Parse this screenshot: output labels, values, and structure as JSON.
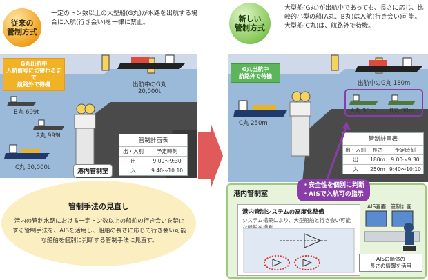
{
  "old": {
    "badge": "従来の\n管制方式",
    "desc": "一定のトン数以上の大型船(G丸)が水路を出航する場合に入航(行き会い)を一律に禁止。",
    "waiting_label": "G丸出航中\n入航信号に切替わるまで\n航路外で待機",
    "ships": [
      {
        "name": "B丸",
        "tonnage": "699t"
      },
      {
        "name": "A丸",
        "tonnage": "999t"
      },
      {
        "name": "C丸",
        "tonnage": "50,000t"
      }
    ],
    "outgoing_ship": {
      "line1": "出航中のG丸",
      "line2": "20,000t"
    },
    "control_room": "港内管制室",
    "plan_table": {
      "title": "管制計画表",
      "headers": [
        "出・入別",
        "予定時刻"
      ],
      "rows": [
        [
          "出",
          "9:00〜9:30"
        ],
        [
          "入",
          "9:40〜10:10"
        ]
      ]
    },
    "review": {
      "title": "管制手法の見直し",
      "text": "港内の管制水路における一定トン数以上の船舶の行き会いを禁止する管制手法を、AISを活用し、船舶の長さに応じて行き会い可能な船舶を個別に判断する管制手法に見直す。"
    }
  },
  "new": {
    "badge": "新しい\n管制方式",
    "desc": "大型船(G丸)が出航中であっても、長さに応じ、比較的小型の船(A丸、B丸)は入航(行き会い)可能。\n大型船(C丸)は、航路外で待機。",
    "waiting_label": "G丸出航中\n航路外で待機",
    "ship_c": "C丸 250m",
    "outgoing_ship": "出航中のG丸 180m",
    "ships_ab": [
      {
        "label": "A丸 90m"
      },
      {
        "label": "B丸 80m"
      }
    ],
    "plan_table": {
      "title": "管制計画表",
      "headers": [
        "出・入別",
        "長さ",
        "予定時刻"
      ],
      "rows": [
        [
          "出",
          "180m",
          "9:00〜9:30"
        ],
        [
          "入",
          "250m",
          "9:40〜10:10"
        ]
      ]
    },
    "bubble": "・安全性を個別に判断\n・AISで入航可の指示",
    "control_room": "港内管制室",
    "system": {
      "title": "港内管制システムの高度化整備",
      "text": "システム構築により、大型船舶と行き会い可能な船舶を識別"
    },
    "screens": [
      "AIS画面",
      "管制計画"
    ],
    "ais_note": "AISの船体の\n長さの情報を活用"
  },
  "colors": {
    "sea": "#9bbad9",
    "land": "#4a4a4a",
    "yellow": "#f2b227",
    "green": "#5cb55a",
    "arrow": "#e05a5a",
    "purple": "#8a3da8"
  }
}
